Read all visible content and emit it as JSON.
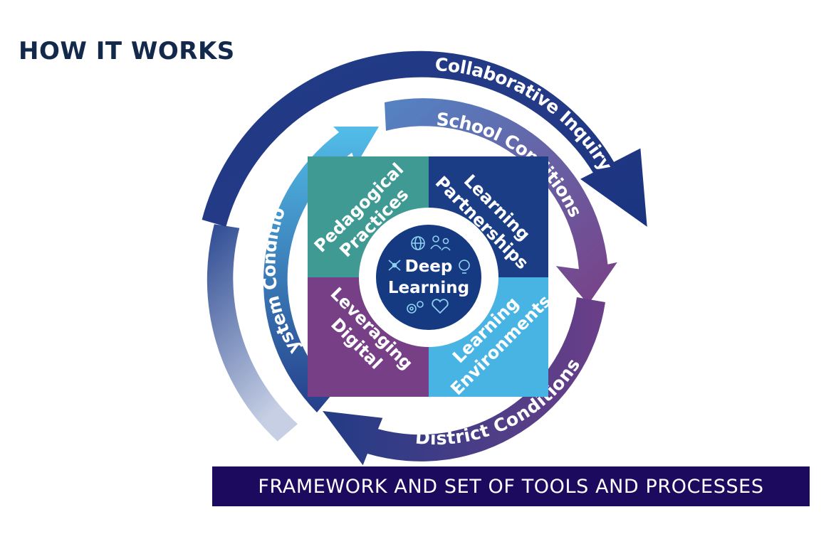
{
  "title": "HOW IT WORKS",
  "banner": "FRAMEWORK AND SET OF TOOLS AND PROCESSES",
  "arcs": {
    "collaborative_inquiry": "Collaborative Inquiry",
    "school_conditions": "School Conditions",
    "district_conditions": "District Conditions",
    "system_conditions": "System Conditions"
  },
  "quadrants": {
    "pedagogical": [
      "Pedagogical",
      "Practices"
    ],
    "partnerships": [
      "Learning",
      "Partnerships"
    ],
    "digital": [
      "Leveraging",
      "Digital"
    ],
    "environments": [
      "Learning",
      "Environments"
    ]
  },
  "center": [
    "Deep",
    "Learning"
  ],
  "colors": {
    "navy": "#1b3d86",
    "teal": "#3e9a93",
    "purple": "#763f86",
    "sky": "#48b4e3",
    "deep": "#163a82",
    "banner": "#1c0a5e",
    "title": "#13294b"
  },
  "icons": [
    "globe-icon",
    "people-icon",
    "lightbulb-icon",
    "heart-icon",
    "gears-icon",
    "network-icon"
  ]
}
